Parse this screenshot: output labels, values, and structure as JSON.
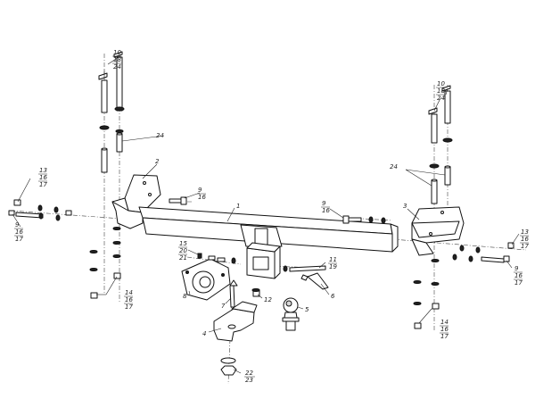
{
  "callouts": {
    "bolt_top_left": [
      "10",
      "18",
      "24"
    ],
    "spacer_left": "24",
    "bracket_left": "2",
    "crossbar": "1",
    "bolt_left_in": [
      "9",
      "16"
    ],
    "bolt_right_in": [
      "9",
      "16"
    ],
    "nut_far_left": [
      "13",
      "16",
      "17"
    ],
    "bolt_far_left": [
      "9",
      "16",
      "17"
    ],
    "nut_bottom_left": [
      "14",
      "16",
      "17"
    ],
    "socket_bolt": [
      "15",
      "20",
      "21"
    ],
    "pin_bolt": [
      "11",
      "19"
    ],
    "hitch_pin": "6",
    "socket_plate": "8",
    "clip": "7",
    "bolt_12": "12",
    "tow_ball": "5",
    "ball_mount": "4",
    "nut_bottom": [
      "22",
      "23"
    ],
    "bolt_top_right": [
      "10",
      "18",
      "24"
    ],
    "spacer_right": "24",
    "bracket_right": "3",
    "nut_far_right": [
      "13",
      "16",
      "17"
    ],
    "bolt_far_right": [
      "9",
      "16",
      "17"
    ],
    "nut_bottom_right": [
      "14",
      "16",
      "17"
    ]
  }
}
